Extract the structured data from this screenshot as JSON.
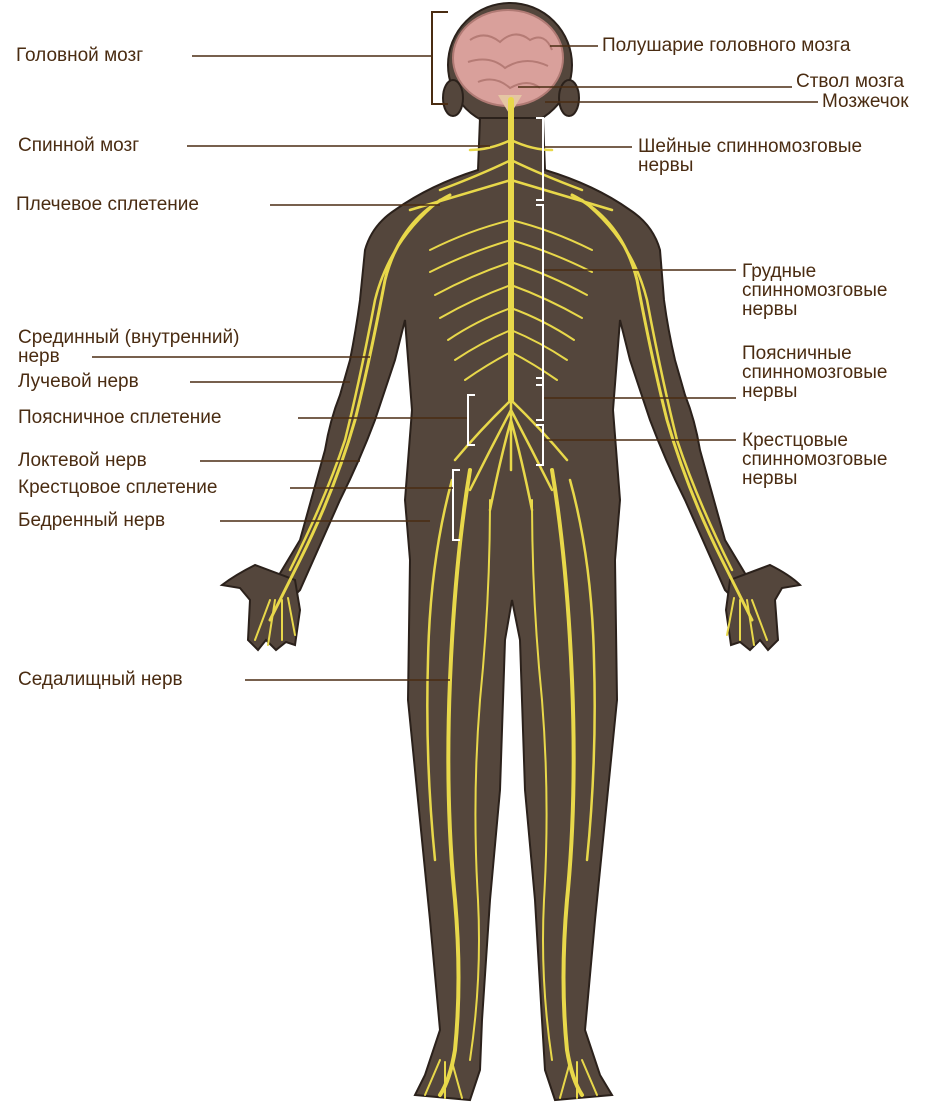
{
  "colors": {
    "body": "#54463c",
    "body_outline": "#2b211b",
    "nerve": "#e8d84a",
    "brain": "#d9a09b",
    "leader": "#4a2c12",
    "label_text": "#4a2c12"
  },
  "labels": {
    "left": {
      "golovnoy_mozg": "Головной мозг",
      "spinnoy_mozg": "Спинной мозг",
      "plechevoe": "Плечевое сплетение",
      "sredinny": "Срединный (внутренний)\nнерв",
      "luchevoy": "Лучевой нерв",
      "poyasnichnoe": "Поясничное сплетение",
      "loktevoy": "Локтевой нерв",
      "krestcovoe": "Крестцовое сплетение",
      "bedrenny": "Бедренный нерв",
      "sedalishchny": "Седалищный нерв"
    },
    "right": {
      "polusharie": "Полушарие головного мозга",
      "stvol": "Ствол мозга",
      "mozzhechok": "Мозжечок",
      "sheynye": "Шейные спинномозговые\nнервы",
      "grudnye": "Грудные\nспинномозговые\nнервы",
      "poyasnichnye": "Поясничные\nспинномозговые\nнервы",
      "krestcovye": "Крестцовые\nспинномозговые\nнервы"
    }
  }
}
